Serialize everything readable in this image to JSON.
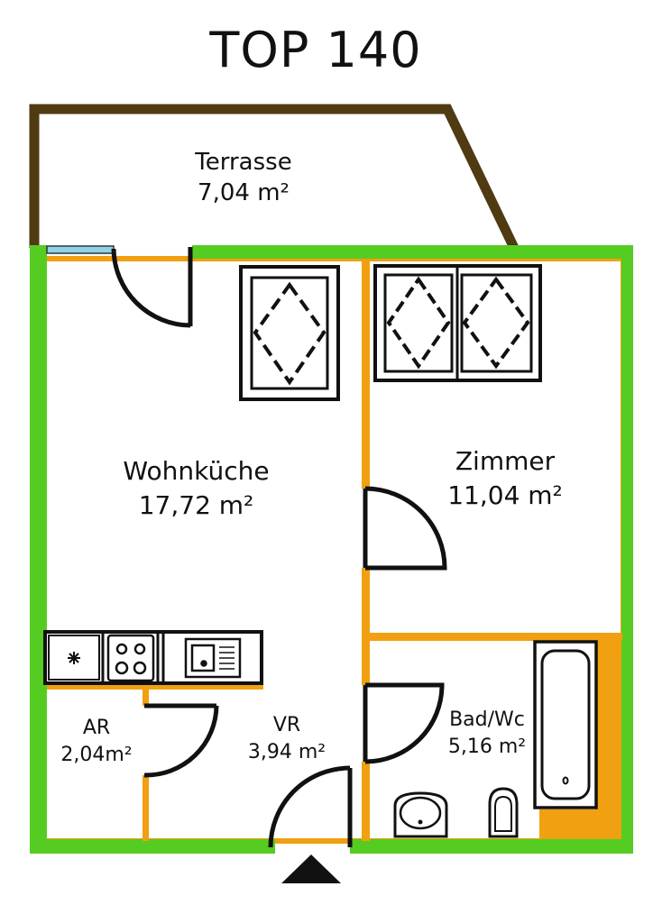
{
  "plan": {
    "title": "TOP 140",
    "rooms": [
      {
        "key": "terrasse",
        "name": "Terrasse",
        "area": "7,04 m²"
      },
      {
        "key": "wohnkueche",
        "name": "Wohnküche",
        "area": "17,72 m²"
      },
      {
        "key": "zimmer",
        "name": "Zimmer",
        "area": "11,04 m²"
      },
      {
        "key": "ar",
        "name": "AR",
        "area": "2,04m²"
      },
      {
        "key": "vr",
        "name": "VR",
        "area": "3,94 m²"
      },
      {
        "key": "bad",
        "name": "Bad/Wc",
        "area": "5,16 m²"
      }
    ]
  },
  "colors": {
    "outer_wall": "#55cc22",
    "inner_wall": "#f0a010",
    "terrace_wall": "#4f3a12",
    "line": "#111111",
    "window_glass": "#8ed3e6"
  },
  "icons": [
    "entrance-arrow-icon",
    "fridge-icon",
    "stove-icon",
    "sink-icon",
    "bathtub-icon",
    "washbasin-icon",
    "toilet-icon",
    "wardrobe-icon",
    "door-swing-icon"
  ]
}
